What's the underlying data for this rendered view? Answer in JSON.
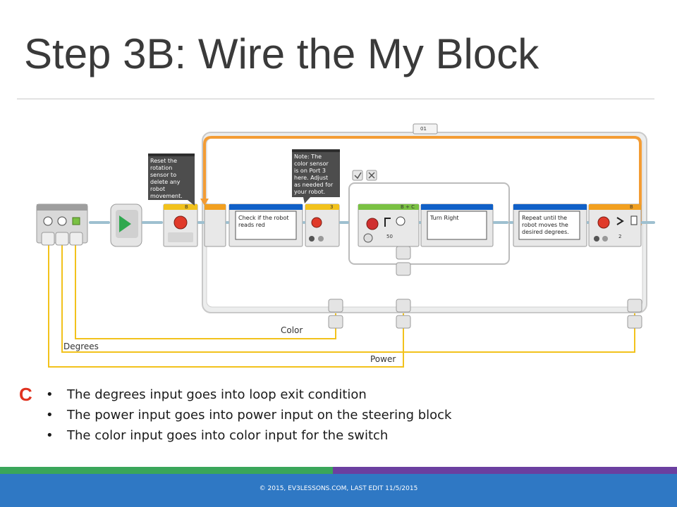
{
  "slide": {
    "title": "Step 3B: Wire the My Block",
    "step_marker": "C",
    "bullets": [
      "The degrees input goes into loop exit condition",
      "The power input goes into power input on the steering block",
      "The color input goes into color input for the switch"
    ],
    "footer": "© 2015, EV3LESSONS.COM, LAST EDIT 11/5/2015"
  },
  "program": {
    "loop_name": "01",
    "comments": {
      "reset_rotation": "Reset the\nrotation\nsensor to\ndelete any\nrobot\nmovement.",
      "color_port_note": "Note: The\ncolor sensor\nis on Port 3\nhere. Adjust\nas needed for\nyour robot."
    },
    "block_text": {
      "check_red": "Check if the robot\nreads red",
      "turn_right": "Turn Right",
      "repeat_until": "Repeat until the\nrobot moves the\ndesired degrees."
    },
    "ports": {
      "rotation_port": "B",
      "color_port": "3",
      "steering_ports": "B + C",
      "loop_exit_port": "B"
    },
    "values": {
      "steering_power": "50",
      "compare_value": "2"
    },
    "wire_labels": {
      "color": "Color",
      "degrees": "Degrees",
      "power": "Power"
    }
  },
  "colors": {
    "wire": "#f2c21c",
    "loop": "#f39c34",
    "action_yellow": "#f2c21c",
    "flow_orange": "#f2a020",
    "display_blue": "#1060c8",
    "motor_green": "#7ac143",
    "step_marker": "#e0321f",
    "footer_green": "#3aa65a",
    "footer_purple": "#6b3fa0",
    "footer_blue": "#2f78c4"
  },
  "icons": [
    "start-play-icon",
    "rotation-sensor-icon",
    "color-sensor-icon",
    "steering-icon",
    "compare-icon",
    "check-icon",
    "cross-icon"
  ]
}
